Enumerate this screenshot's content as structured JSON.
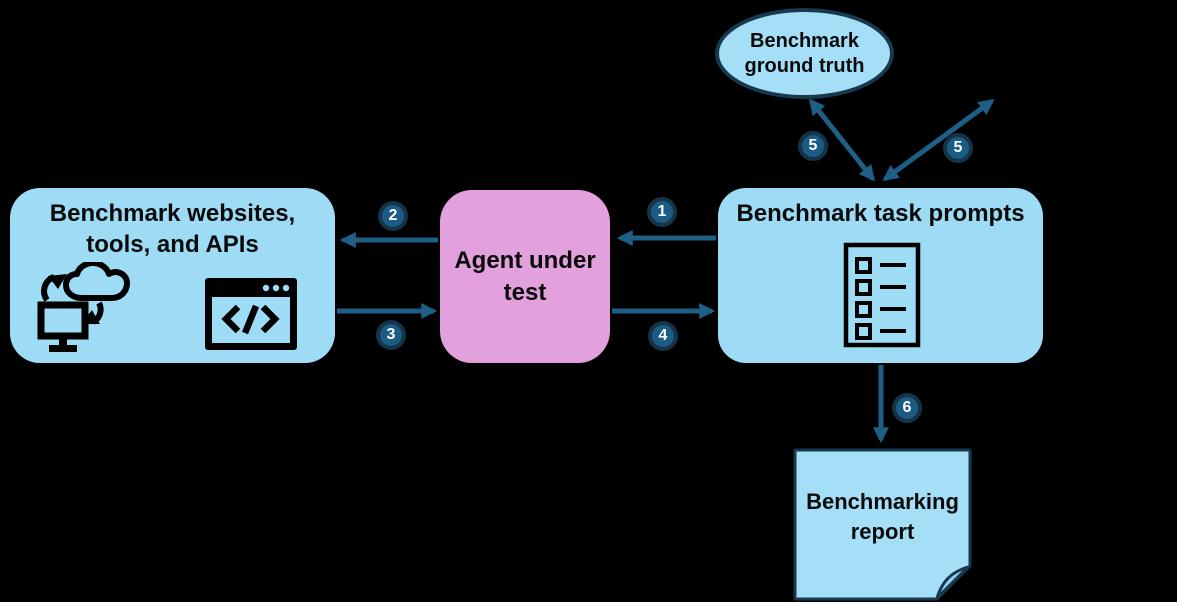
{
  "diagram": {
    "nodes": {
      "ground_truth": {
        "label": "Benchmark ground truth",
        "shape": "ellipse",
        "fill": "#A5DFF7",
        "border": "#17384E"
      },
      "websites": {
        "label": "Benchmark websites, tools, and APIs",
        "shape": "rounded-rect",
        "fill": "#9EDBF5",
        "icons": [
          "computer-cloud-sync-icon",
          "code-window-icon"
        ]
      },
      "agent": {
        "label": "Agent under test",
        "shape": "rounded-rect",
        "fill": "#E2A0DC"
      },
      "task_prompts": {
        "label": "Benchmark task prompts",
        "shape": "rounded-rect",
        "fill": "#9EDBF5",
        "icons": [
          "checklist-icon"
        ]
      },
      "report": {
        "label": "Benchmarking report",
        "shape": "folded-note",
        "fill": "#A5DFF7",
        "border": "#17384E"
      }
    },
    "badges": {
      "b1": "1",
      "b2": "2",
      "b3": "3",
      "b4": "4",
      "b5a": "5",
      "b5b": "5",
      "b6": "6"
    },
    "edges": [
      {
        "badge": "1",
        "from": "task_prompts",
        "to": "agent",
        "direction": "one-way"
      },
      {
        "badge": "2",
        "from": "agent",
        "to": "websites",
        "direction": "one-way"
      },
      {
        "badge": "3",
        "from": "websites",
        "to": "agent",
        "direction": "one-way"
      },
      {
        "badge": "4",
        "from": "agent",
        "to": "task_prompts",
        "direction": "one-way"
      },
      {
        "badge": "5",
        "from": "ground_truth",
        "to": "task_prompts",
        "direction": "two-way"
      },
      {
        "badge": "5",
        "from": "task_prompts",
        "to": "upper-right",
        "direction": "two-way"
      },
      {
        "badge": "6",
        "from": "task_prompts",
        "to": "report",
        "direction": "one-way"
      }
    ],
    "colors": {
      "background": "#000000",
      "arrow": "#1E5F85",
      "badge_fill": "#1A5C84",
      "badge_ring": "#163349",
      "light_blue": "#9EDBF5",
      "pink": "#E2A0DC",
      "dark_navy": "#17384E"
    }
  }
}
